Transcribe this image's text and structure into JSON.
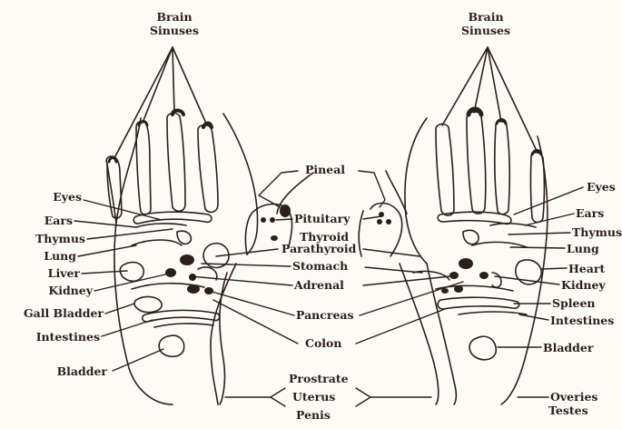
{
  "diagram": {
    "left_foot": {
      "top_label_line1": "Brain",
      "top_label_line2": "Sinuses",
      "labels": {
        "eyes": "Eyes",
        "ears": "Ears",
        "thymus": "Thymus",
        "lung": "Lung",
        "liver": "Liver",
        "kidney": "Kidney",
        "gall_bladder": "Gall Bladder",
        "intestines": "Intestines",
        "bladder": "Bladder"
      }
    },
    "right_foot": {
      "top_label_line1": "Brain",
      "top_label_line2": "Sinuses",
      "labels": {
        "eyes": "Eyes",
        "ears": "Ears",
        "thymus": "Thymus",
        "lung": "Lung",
        "heart": "Heart",
        "kidney": "Kidney",
        "spleen": "Spleen",
        "intestines": "Intestines",
        "bladder": "Bladder",
        "overies": "Overies",
        "testes": "Testes"
      }
    },
    "center": {
      "pineal": "Pineal",
      "pituitary": "Pituitary",
      "thyroid": "Thyroid",
      "parathyroid": "Parathyroid",
      "stomach": "Stomach",
      "adrenal": "Adrenal",
      "pancreas": "Pancreas",
      "colon": "Colon",
      "prostrate": "Prostrate",
      "uterus": "Uterus",
      "penis": "Penis"
    },
    "ink_color": "#2b1f17",
    "paper_color": "#fdfbf6"
  }
}
